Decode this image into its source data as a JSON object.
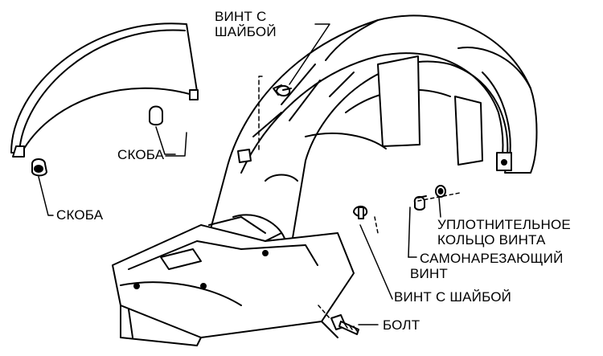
{
  "labels": {
    "screw_washer_top_line1": "ВИНТ С",
    "screw_washer_top_line2": "ШАЙБОЙ",
    "clip_middle": "СКОБА",
    "clip_left": "СКОБА",
    "seal_line1": "УПЛОТНИТЕЛЬНОЕ",
    "seal_line2": "КОЛЬЦО ВИНТА",
    "self_tap_line1": "САМОНАРЕЗАЮЩИЙ",
    "self_tap_line2": "ВИНТ",
    "screw_washer_bottom": "ВИНТ С ШАЙБОЙ",
    "bolt": "БОЛТ"
  }
}
